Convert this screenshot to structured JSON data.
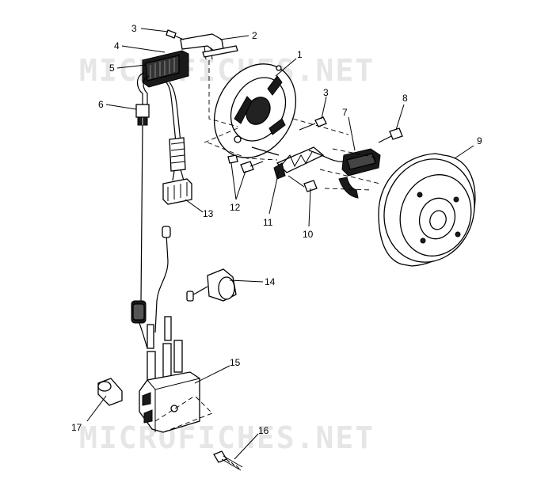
{
  "watermark": "MICROFICHES.NET",
  "callouts": {
    "c1": "1",
    "c2": "2",
    "c3a": "3",
    "c3b": "3",
    "c4": "4",
    "c5": "5",
    "c6": "6",
    "c7": "7",
    "c8": "8",
    "c9": "9",
    "c10": "10",
    "c11": "11",
    "c12": "12",
    "c13": "13",
    "c14": "14",
    "c15": "15",
    "c16": "16",
    "c17": "17"
  }
}
